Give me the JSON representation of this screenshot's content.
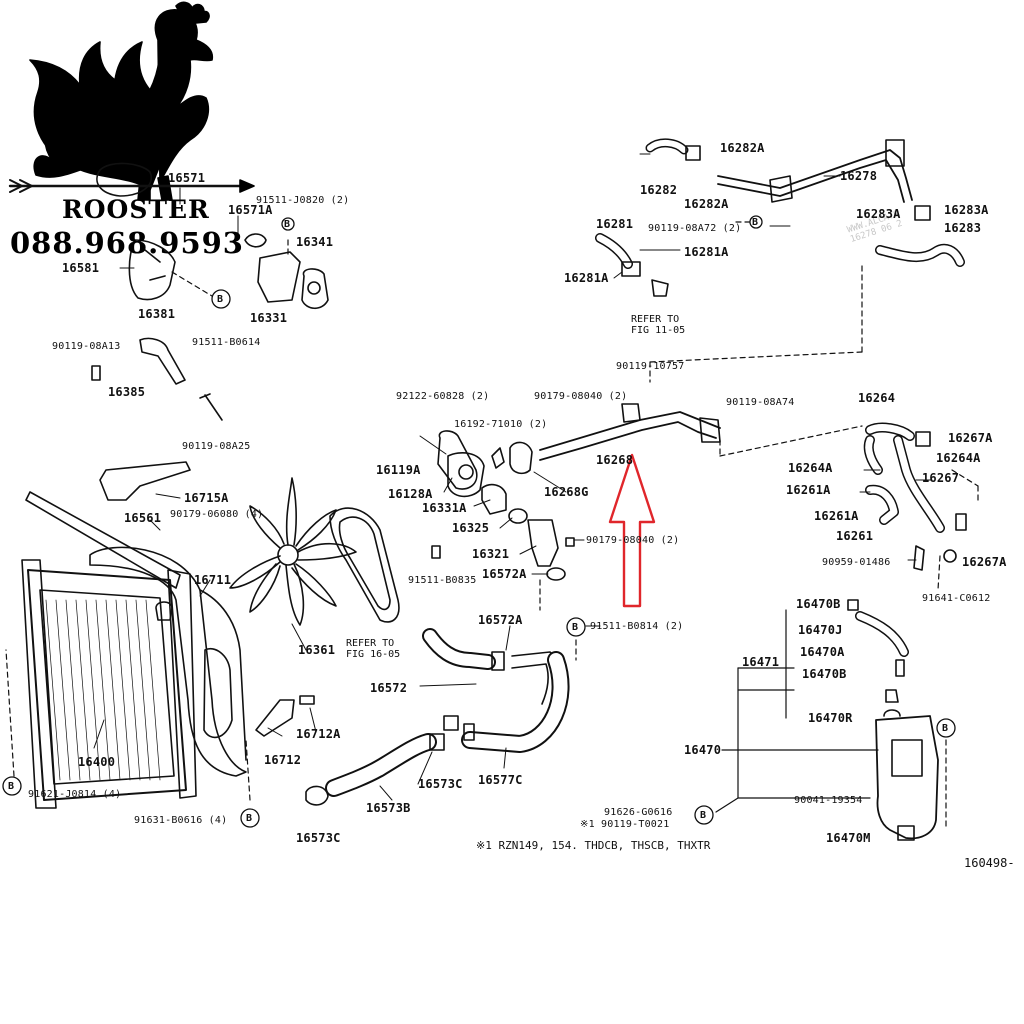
{
  "brand": {
    "name": "ROOSTER",
    "phone": "088.968.9593"
  },
  "watermark": "WWW.ALCATS\n16278 06 2",
  "notes": {
    "refer_11": "REFER TO\nFIG 11-05",
    "refer_16": "REFER TO\nFIG 16-05",
    "footnote": "※1 RZN149, 154. THDCB, THSCB, THXTR",
    "figure_no": "160498-"
  },
  "labels": [
    "16571",
    "91511-J0820 (2)",
    "16571A",
    "16341",
    "16581",
    "16331",
    "16381",
    "91511-B0614",
    "90119-08A13",
    "16385",
    "90119-08A25",
    "16282A",
    "16282",
    "16282A",
    "16278",
    "16283A",
    "16283A",
    "16283",
    "16281",
    "90119-08A72 (2)",
    "16281A",
    "16281A",
    "90119-10757",
    "92122-60828 (2)",
    "90179-08040 (2)",
    "16192-71010 (2)",
    "90119-08A74",
    "16268",
    "16119A",
    "16268G",
    "16128A",
    "16331A",
    "16325",
    "16321",
    "90179-08040 (2)",
    "91511-B0835",
    "16572A",
    "16264",
    "16267A",
    "16264A",
    "16264A",
    "16267",
    "16261A",
    "16261A",
    "16261",
    "90959-01486",
    "16267A",
    "91641-C0612",
    "16715A",
    "16561",
    "90179-06080 (4)",
    "16711",
    "16361",
    "16572A",
    "91511-B0814 (2)",
    "16572",
    "16470B",
    "16470J",
    "16470A",
    "16471",
    "16470B",
    "16470R",
    "16470",
    "16712A",
    "16712",
    "16400",
    "91621-J0814 (4)",
    "91631-B0616 (4)",
    "16573C",
    "16577C",
    "16573B",
    "16573C",
    "91626-G0616",
    "※1 90119-T0021",
    "90041-19354",
    "16470M"
  ],
  "markers": [
    "B",
    "B",
    "B",
    "B",
    "B",
    "B",
    "B",
    "B"
  ],
  "icons": {
    "logo": "rooster-icon",
    "highlight": "red-arrow-icon"
  },
  "colors": {
    "line": "#111111",
    "highlight_arrow": "#e0262b",
    "watermark": "#c8c8c8"
  }
}
